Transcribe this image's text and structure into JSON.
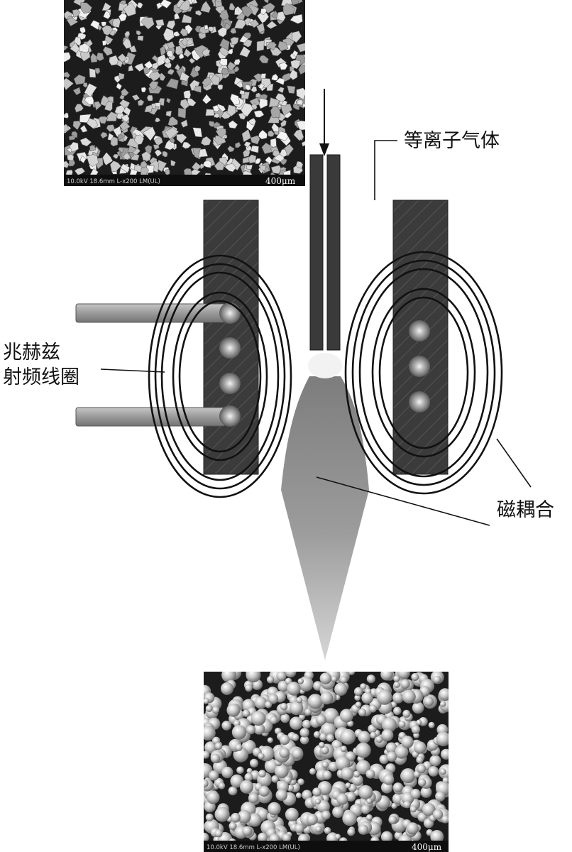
{
  "labels": {
    "plasma_gas": "等离子气体",
    "rf_coil_line1": "兆赫兹",
    "rf_coil_line2": "射频线圈",
    "magnetic_coupling": "磁耦合"
  },
  "micrographs": {
    "top": {
      "info": "10.0kV 18.6mm L-x200 LM(UL)",
      "scale": "400μm",
      "particle_shape": "irregular-angular"
    },
    "bottom": {
      "info": "10.0kV 18.6mm L-x200 LM(UL)",
      "scale": "400μm",
      "particle_shape": "spherical"
    }
  },
  "colors": {
    "ink": "#111111",
    "electrode": "#3a3a3a",
    "plasma_plume": "#9a9a9a",
    "coil_terminal": "#a8a8a8",
    "micrograph_background": "#1c1c1c"
  },
  "icons": {
    "feed_arrow": "arrow-down-icon"
  }
}
